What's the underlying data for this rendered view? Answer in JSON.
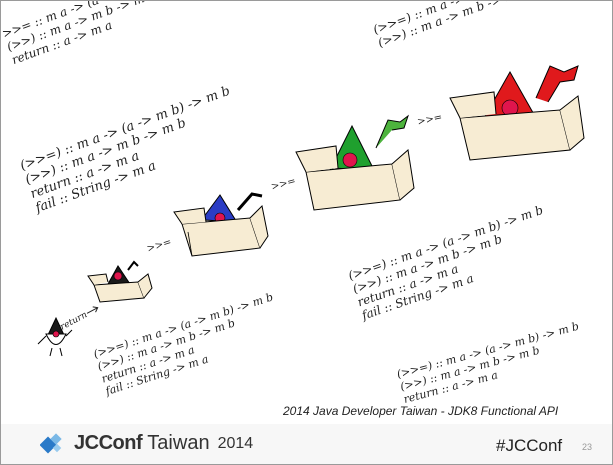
{
  "monad_lines": {
    "top_left": [
      ">>= :: m a -> (a -> m b) -> m b",
      "(>>) :: m a -> m b -> m b",
      "return :: a -> m a"
    ],
    "upper": [
      "(>>=) :: m a -> (a -> m b) -> m b",
      "(>>) :: m a -> m b -> m b"
    ],
    "left_block": [
      "(>>=) :: m a -> (a -> m b) -> m b",
      "(>>) :: m a -> m b -> m b",
      "return :: a -> m a",
      "fail :: String -> m a"
    ],
    "right_block": [
      "(>>=) :: m a -> (a -> m b) -> m b",
      "(>>) :: m a -> m b -> m b",
      "return :: a -> m a",
      "fail :: String -> m a"
    ],
    "bottom_block": [
      "(>>=) :: m a -> (a -> m b) -> m b",
      "(>>) :: m a -> m b -> m b",
      "return :: a -> m a",
      "fail :: String -> m a"
    ],
    "bottom_right": [
      "(>>=) :: m a -> (a -> m b) -> m b",
      "(>>) :: m a -> m b -> m b",
      "return :: a -> m a"
    ]
  },
  "arrow_labels": {
    "return": "return",
    "bind": ">>="
  },
  "caption": "2014 Java Developer Taiwan - JDK8 Functional API",
  "footer": {
    "brand_jc": "JCConf",
    "brand_taiwan": " Taiwan",
    "brand_year": "2014",
    "hashtag": "#JCConf",
    "page_number": "23"
  },
  "colors": {
    "duke_black": "#1a1a1a",
    "duke_blue": "#2a3cc4",
    "duke_green": "#1fa02e",
    "duke_red": "#e0191c",
    "duke_nose": "#e0154d",
    "box": "#f7ecd3",
    "brand_blue": "#2a7ac8"
  }
}
